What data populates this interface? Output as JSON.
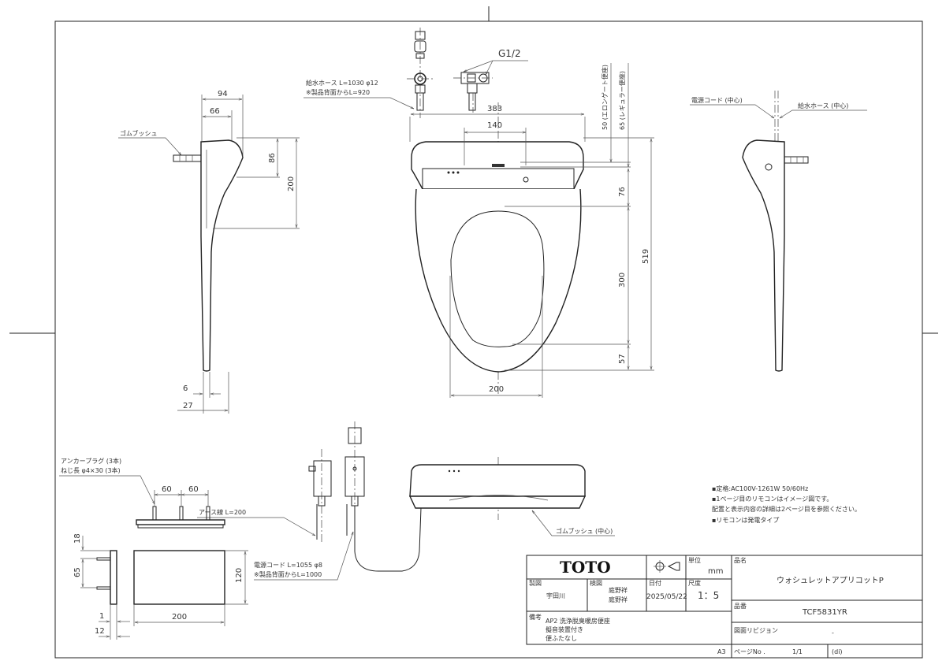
{
  "top_callouts": {
    "supply_hose": "給水ホース L=1030 φ12",
    "supply_hose_note": "※製品背面からL=920",
    "thread": "G1/2"
  },
  "left_view": {
    "rubber_bushing": "ゴムブッシュ",
    "dims": {
      "d94": "94",
      "d66": "66",
      "d86": "86",
      "d200": "200",
      "d6": "6",
      "d27": "27"
    }
  },
  "front_view": {
    "dims": {
      "d383": "383",
      "d140": "140",
      "d50": "50 (エロンゲート便座)",
      "d65": "65 (レギュラー便座)",
      "d76": "76",
      "d519": "519",
      "d300": "300",
      "d57": "57",
      "d200": "200"
    }
  },
  "right_view": {
    "power_cord_center": "電源コード (中心)",
    "supply_hose_center": "給水ホース (中心)"
  },
  "remote": {
    "anchor_plug": "アンカープラグ (3本)",
    "screw": "ねじ長 φ4×30 (3本)",
    "dims": {
      "p1": "60",
      "p2": "60",
      "d18": "18",
      "d65": "65",
      "d120": "120",
      "d200": "200",
      "d1": "1",
      "d12": "12"
    }
  },
  "plug": {
    "earth_wire": "アース線 L=200",
    "power_cord": "電源コード L=1055 φ8",
    "power_cord_note": "※製品背面からL=1000"
  },
  "bottom_view": {
    "rubber_bushing_center": "ゴムブッシュ (中心)"
  },
  "notes": [
    "▪定格:AC100V-1261W 50/60Hz",
    "▪1ページ目のリモコンはイメージ図です。",
    " 配置と表示内容の詳細は2ページ目を参照ください。",
    "▪リモコンは発電タイプ"
  ],
  "title_block": {
    "logo": "TOTO",
    "unit_label": "単位",
    "unit": "mm",
    "name_label": "品名",
    "name": "ウォシュレットアプリコットP",
    "drawn_label": "製図",
    "drawn": "宇田川",
    "checked_label": "検図",
    "checked": [
      "庭野祥",
      "庭野祥"
    ],
    "date_label": "日付",
    "date": "2025/05/22",
    "scale_label": "尺度",
    "scale": "1：5",
    "model_label": "品番",
    "model": "TCF5831YR",
    "remarks_label": "備考",
    "remarks": [
      "AP2 洗浄脱臭暖房便座",
      "擬音装置付き",
      "便ふたなし"
    ],
    "revision_label": "図面リビジョン",
    "revision": "-",
    "paper": "A3",
    "page_label": "ページNo .",
    "page": "1/1",
    "page_suffix": "(di)"
  }
}
